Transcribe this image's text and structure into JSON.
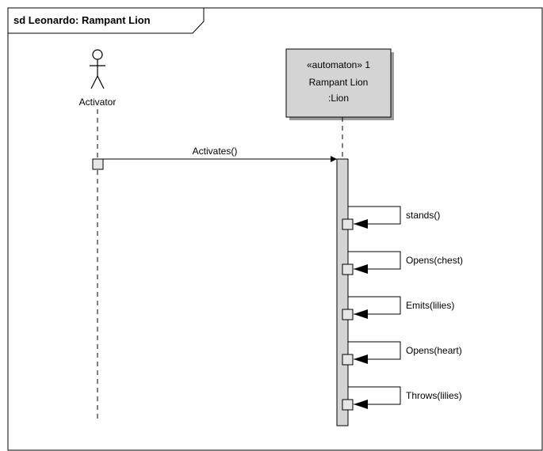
{
  "frame": {
    "title": "sd Leonardo: Rampant Lion"
  },
  "actor": {
    "name": "Activator"
  },
  "lifeline": {
    "stereotype": "«automaton» 1",
    "name_line1": "Rampant Lion",
    "name_line2": ":Lion"
  },
  "messages": {
    "activate": "Activates()",
    "self": [
      "stands()",
      "Opens(chest)",
      "Emits(lilies)",
      "Opens(heart)",
      "Throws(lilies)"
    ]
  },
  "colors": {
    "frame_border": "#000000",
    "lifeline_box_fill": "#d4d4d4",
    "activation_fill": "#d4d4d4",
    "exec_box_fill": "#e6e6e6",
    "line": "#000000"
  }
}
